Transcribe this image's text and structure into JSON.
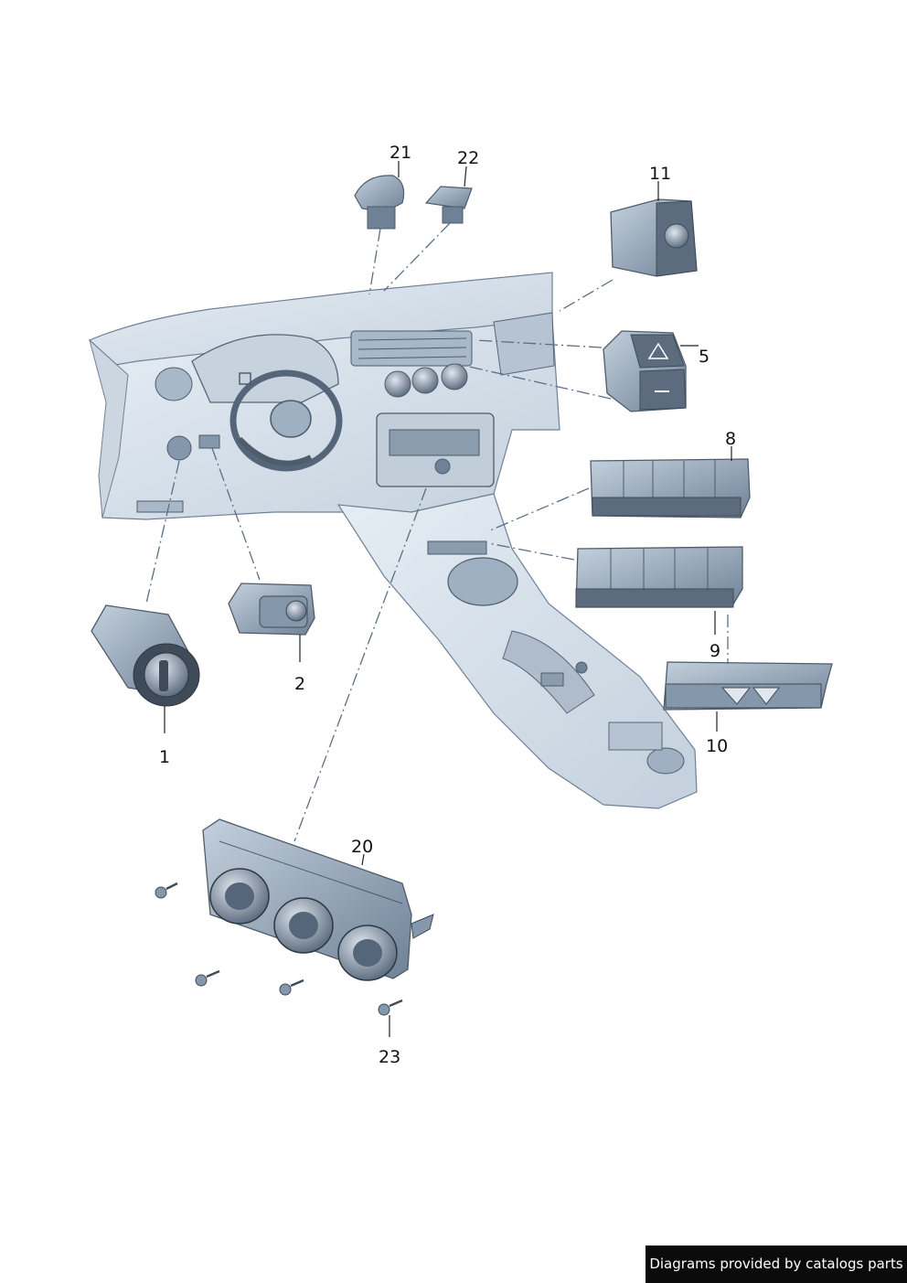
{
  "colors": {
    "dash_fill": "#d6e0ea",
    "dash_shadow": "#b7c6d6",
    "part_dark": "#4e5c6b",
    "part_mid": "#7e8fa2",
    "part_light": "#b9c7d5",
    "leader": "#222222",
    "dash_line": "#5a6f87",
    "credit_bg": "#0b0b0b",
    "credit_text": "#ffffff"
  },
  "parts": [
    {
      "id": "p1",
      "label": "1",
      "name": "light-switch"
    },
    {
      "id": "p2",
      "label": "2",
      "name": "headlight-range-regulator"
    },
    {
      "id": "p5",
      "label": "5",
      "name": "hazard-warning-switch"
    },
    {
      "id": "p8",
      "label": "8",
      "name": "switch-bank-upper"
    },
    {
      "id": "p9",
      "label": "9",
      "name": "switch-bank-lower"
    },
    {
      "id": "p10",
      "label": "10",
      "name": "switch-blank-panel"
    },
    {
      "id": "p11",
      "label": "11",
      "name": "rotary-switch"
    },
    {
      "id": "p20",
      "label": "20",
      "name": "climate-control-unit"
    },
    {
      "id": "p21",
      "label": "21",
      "name": "dome-sensor"
    },
    {
      "id": "p22",
      "label": "22",
      "name": "alarm-sensor"
    },
    {
      "id": "p23",
      "label": "23",
      "name": "screws"
    }
  ],
  "credit": "Diagrams provided by catalogs parts"
}
